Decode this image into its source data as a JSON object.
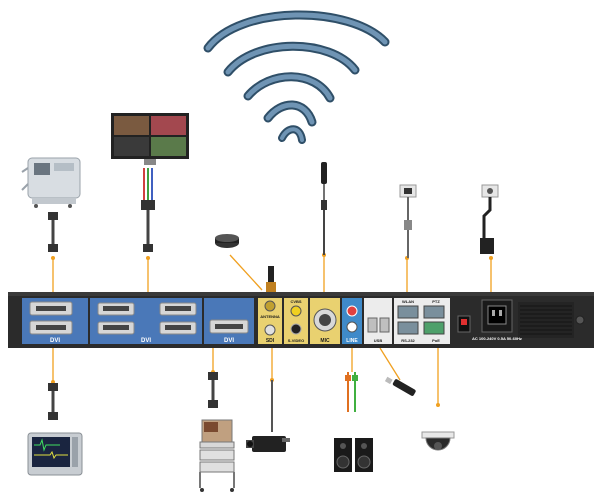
{
  "panel": {
    "dvi_left_label": "DVI",
    "dvi_group_label": "DVI",
    "dvi_right_label": "DVI",
    "antenna_label": "ANTENNA",
    "sdi_label": "SDI",
    "cvbs_label": "CVBS",
    "svideo_label": "S-VIDEO",
    "mic_label": "MIC",
    "line_label": "LINE",
    "usb_label": "USB",
    "rs232_label": "RS-232",
    "wlan_label": "WLAN",
    "poe_label": "PoE",
    "ptz_label": "PTZ",
    "power_label": "AC 100-240V 0.5A 50-60Hz"
  },
  "colors": {
    "panel": "#2b2b2b",
    "panel_blue": "#4a78b8",
    "connector_line": "#f0a020",
    "wifi": "#4a6c88"
  }
}
